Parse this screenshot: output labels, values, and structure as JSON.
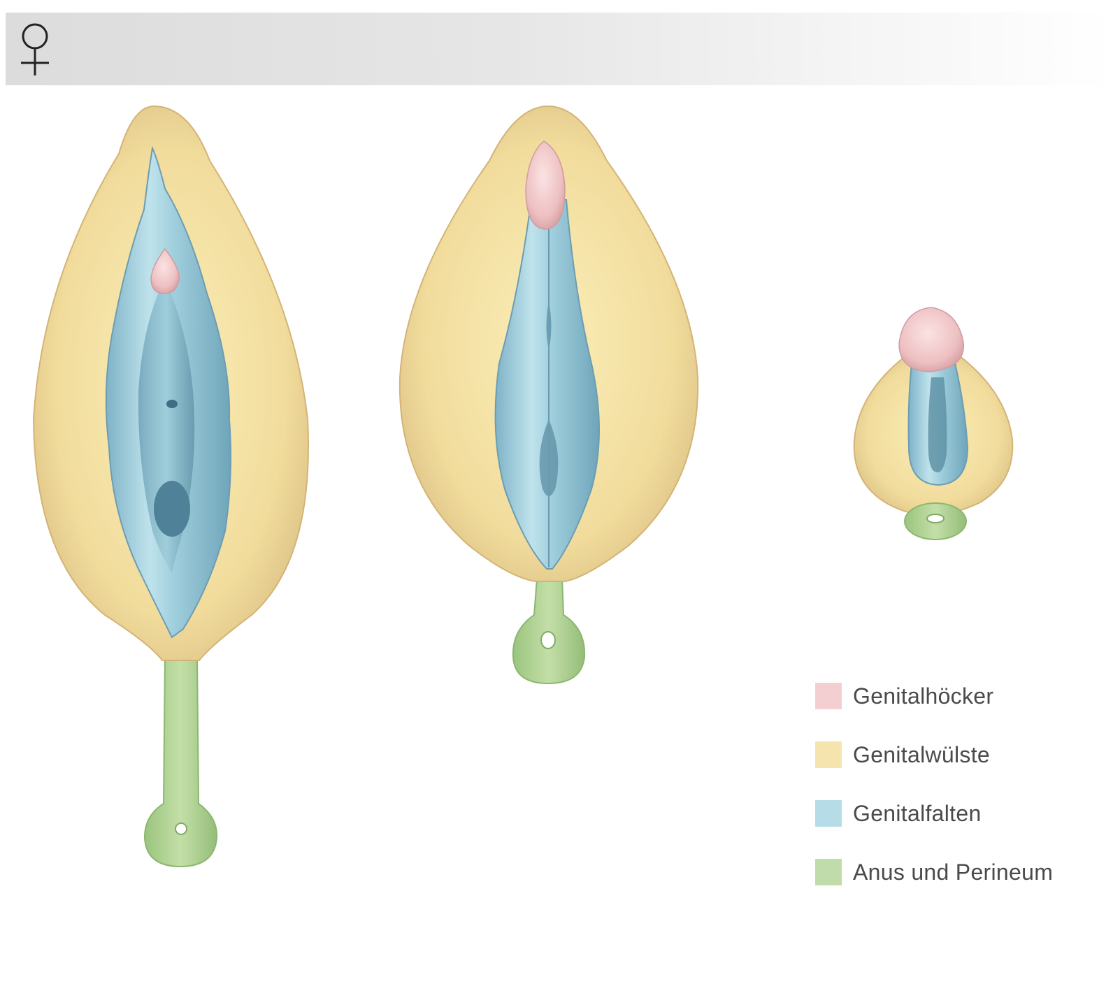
{
  "header": {
    "symbol_icon": "female-venus-icon"
  },
  "colors": {
    "genitalhoecker": "#f2c7c9",
    "genitalwuelste": "#f3dfa0",
    "genitalfalten": "#a9d6e3",
    "anus_perineum": "#b6d69c"
  },
  "stages": [
    {
      "name": "stage-adult"
    },
    {
      "name": "stage-intermediate"
    },
    {
      "name": "stage-early"
    }
  ],
  "legend": {
    "items": [
      {
        "label": "Genitalhöcker",
        "color": "#f2c7c9"
      },
      {
        "label": "Genitalwülste",
        "color": "#f3dfa0"
      },
      {
        "label": "Genitalfalten",
        "color": "#a9d6e3"
      },
      {
        "label": "Anus und Perineum",
        "color": "#b6d69c"
      }
    ]
  }
}
